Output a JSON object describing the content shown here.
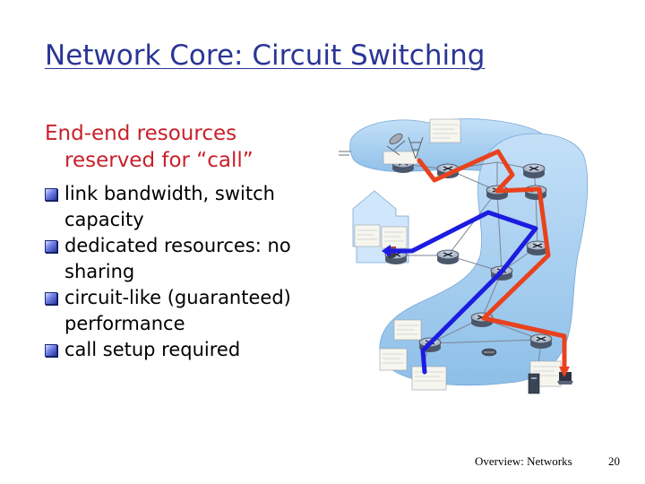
{
  "slide": {
    "title": "Network Core: Circuit Switching",
    "lead_line1": "End-end resources",
    "lead_line2": "reserved for “call”",
    "bullets": [
      "link bandwidth,  switch capacity",
      "dedicated resources: no sharing",
      "circuit-like (guaranteed) performance",
      "call setup required"
    ],
    "footer_label": "Overview: Networks",
    "page_number": "20"
  },
  "diagram": {
    "icons": [
      "router-icon",
      "server-icon",
      "antenna-icon",
      "modem-icon",
      "workstation-icon",
      "laptop-icon"
    ],
    "colors": {
      "title": "#2a3596",
      "lead_text": "#c8202a",
      "network_cloud": "#9cc8ee",
      "circuit_red": "#e8421e",
      "circuit_blue": "#1c1ce0",
      "router": "#7f8fa6"
    }
  }
}
